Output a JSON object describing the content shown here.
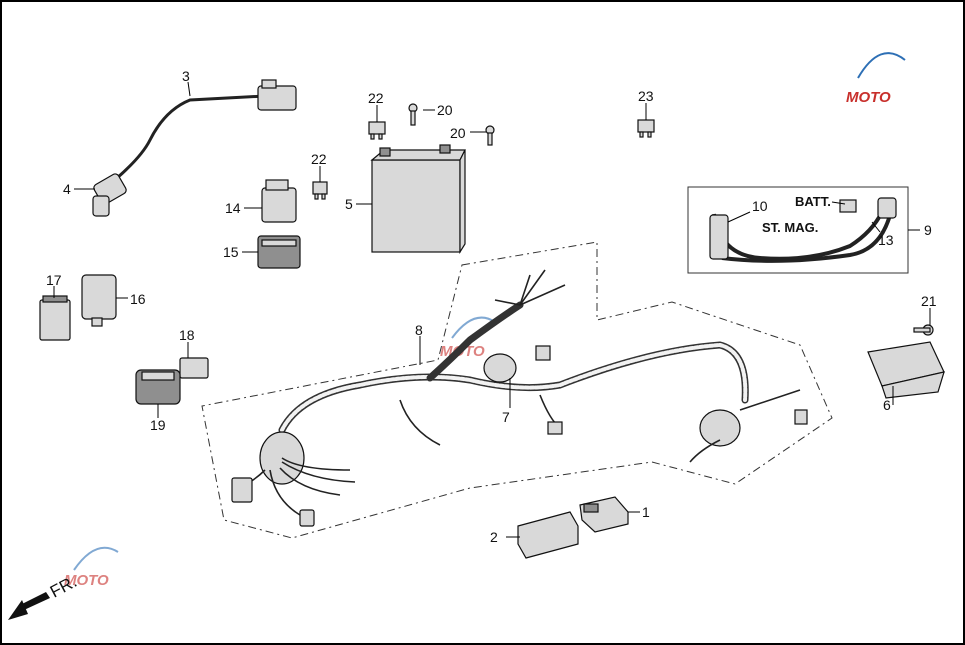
{
  "callouts": {
    "c1": "1",
    "c2": "2",
    "c3": "3",
    "c4": "4",
    "c5": "5",
    "c6": "6",
    "c7": "7",
    "c8": "8",
    "c9": "9",
    "c10": "10",
    "c13": "13",
    "c14": "14",
    "c15": "15",
    "c16": "16",
    "c17": "17",
    "c18": "18",
    "c19": "19",
    "c20a": "20",
    "c20b": "20",
    "c21": "21",
    "c22a": "22",
    "c22b": "22",
    "c23": "23"
  },
  "inset_labels": {
    "batt": "BATT.",
    "st_mag": "ST. MAG."
  },
  "direction_label": "FR.",
  "watermark": {
    "text": "MOTO",
    "colors": {
      "blue": "#2d6fb5",
      "red": "#c8302c"
    }
  }
}
